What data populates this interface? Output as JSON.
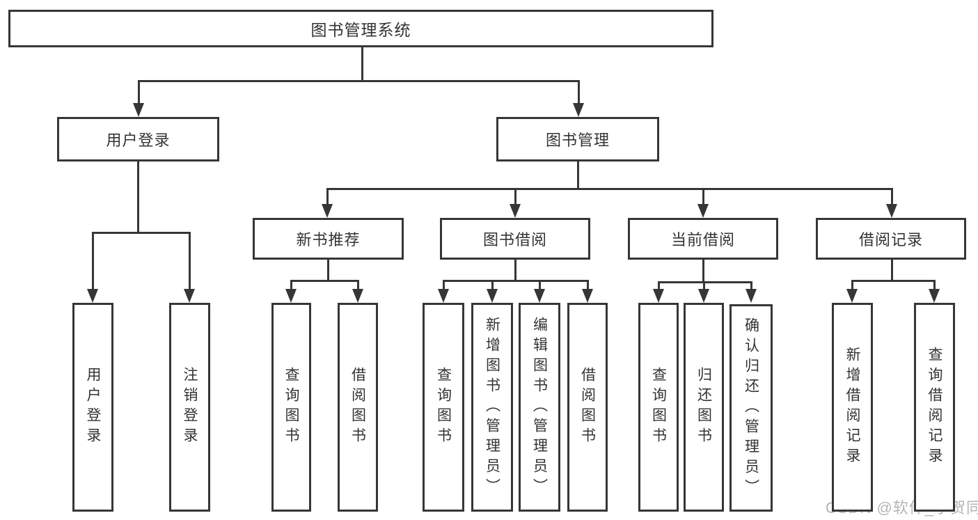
{
  "diagram": {
    "title": "图书管理系统",
    "nodes": [
      {
        "id": "system",
        "label": "图书管理系统"
      },
      {
        "id": "user-login-branch",
        "label": "用户登录"
      },
      {
        "id": "book-management-branch",
        "label": "图书管理"
      },
      {
        "id": "user-login-leaf",
        "label": "用户登录"
      },
      {
        "id": "logout-leaf",
        "label": "注销登录"
      },
      {
        "id": "new-book-recommend",
        "label": "新书推荐"
      },
      {
        "id": "book-borrowing",
        "label": "图书借阅"
      },
      {
        "id": "current-borrowing",
        "label": "当前借阅"
      },
      {
        "id": "borrowing-records",
        "label": "借阅记录"
      },
      {
        "id": "query-books-recommend",
        "label": "查询图书"
      },
      {
        "id": "borrow-books-recommend",
        "label": "借阅图书"
      },
      {
        "id": "query-books-borrowing",
        "label": "查询图书"
      },
      {
        "id": "add-books-admin",
        "label": "新增图书（管理员）"
      },
      {
        "id": "edit-books-admin",
        "label": "编辑图书（管理员）"
      },
      {
        "id": "borrow-books-borrowing",
        "label": "借阅图书"
      },
      {
        "id": "query-books-current",
        "label": "查询图书"
      },
      {
        "id": "return-books",
        "label": "归还图书"
      },
      {
        "id": "confirm-return-admin",
        "label": "确认归还（管理员）"
      },
      {
        "id": "add-borrow-record",
        "label": "新增借阅记录"
      },
      {
        "id": "query-borrow-record",
        "label": "查询借阅记录"
      }
    ],
    "hierarchy": {
      "图书管理系统": {
        "用户登录": [
          "用户登录",
          "注销登录"
        ],
        "图书管理": {
          "新书推荐": [
            "查询图书",
            "借阅图书"
          ],
          "图书借阅": [
            "查询图书",
            "新增图书（管理员）",
            "编辑图书（管理员）",
            "借阅图书"
          ],
          "当前借阅": [
            "查询图书",
            "归还图书",
            "确认归还（管理员）"
          ],
          "借阅记录": [
            "新增借阅记录",
            "查询借阅记录"
          ]
        }
      }
    }
  },
  "watermark": {
    "text": "CSDN @软件_小贺同学"
  },
  "colors": {
    "line": "#363636",
    "text": "#333333",
    "watermark": "#b5b5b5",
    "background": "#ffffff"
  }
}
